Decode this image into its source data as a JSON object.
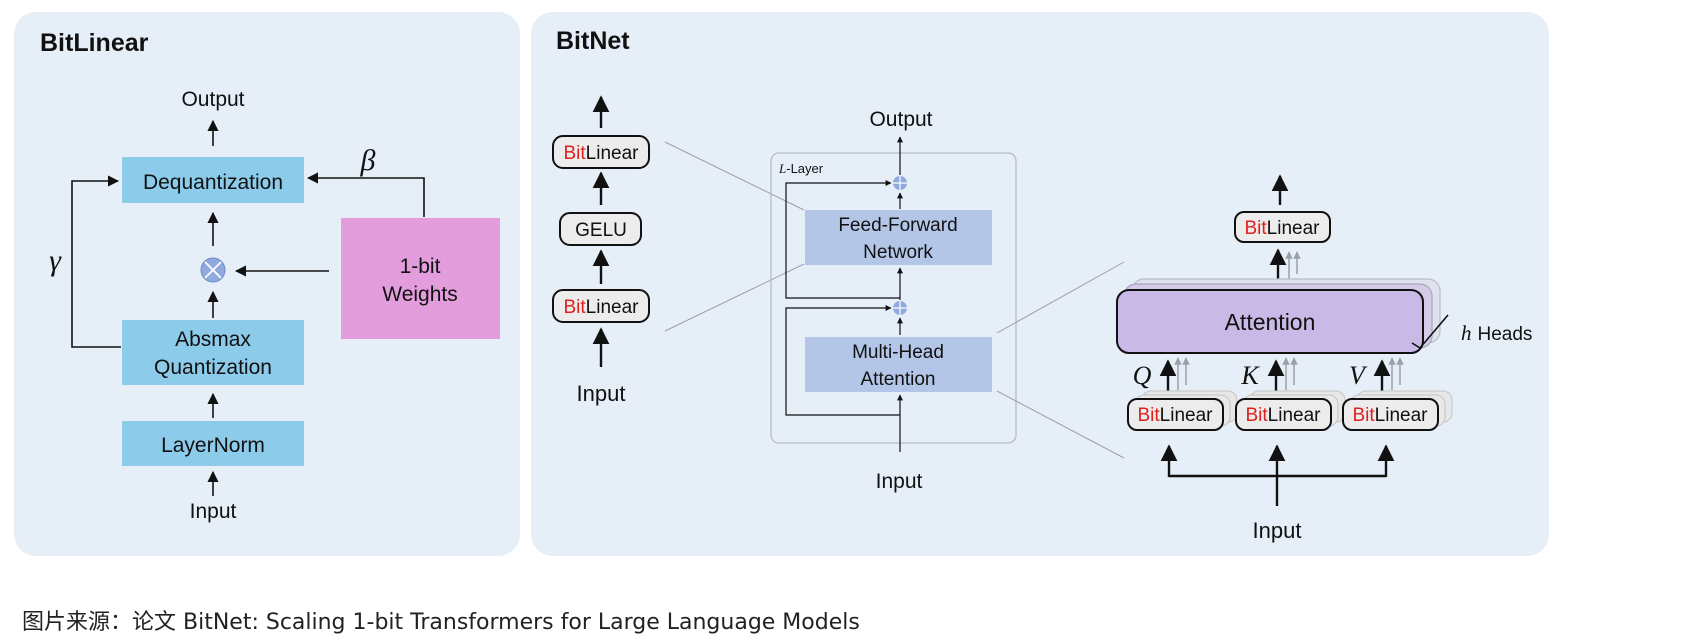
{
  "bitlinear_panel": {
    "title": "BitLinear",
    "output_label": "Output",
    "input_label": "Input",
    "dequantization_label": "Dequantization",
    "absmax_line1": "Absmax",
    "absmax_line2": "Quantization",
    "layernorm_label": "LayerNorm",
    "weights_line1": "1-bit",
    "weights_line2": "Weights",
    "beta_symbol": "β",
    "gamma_symbol": "γ",
    "multiply_icon": "circled-times"
  },
  "bitnet_panel": {
    "title": "BitNet",
    "stack": {
      "bitlinear_prefix": "Bit",
      "bitlinear_suffix": "Linear",
      "gelu_label": "GELU",
      "input_label": "Input"
    },
    "layer_block": {
      "output_label": "Output",
      "input_label": "Input",
      "layer_var": "L",
      "layer_suffix": "-Layer",
      "ffn_line1": "Feed-Forward",
      "ffn_line2": "Network",
      "mha_line1": "Multi-Head",
      "mha_line2": "Attention"
    },
    "attention_block": {
      "attention_label": "Attention",
      "h_var": "h",
      "heads_label": "Heads",
      "q_label": "Q",
      "k_label": "K",
      "v_label": "V",
      "input_label": "Input"
    }
  },
  "caption": "图片来源：论文 BitNet: Scaling 1-bit Transformers for Large Language Models",
  "colors": {
    "panel_bg": "#e6eff8",
    "blue_box": "#8ccbea",
    "pink_box": "#e49ddc",
    "lavender_box": "#b4c6e8",
    "attention_box": "#c9b9e6",
    "bit_red": "#e0201e"
  }
}
